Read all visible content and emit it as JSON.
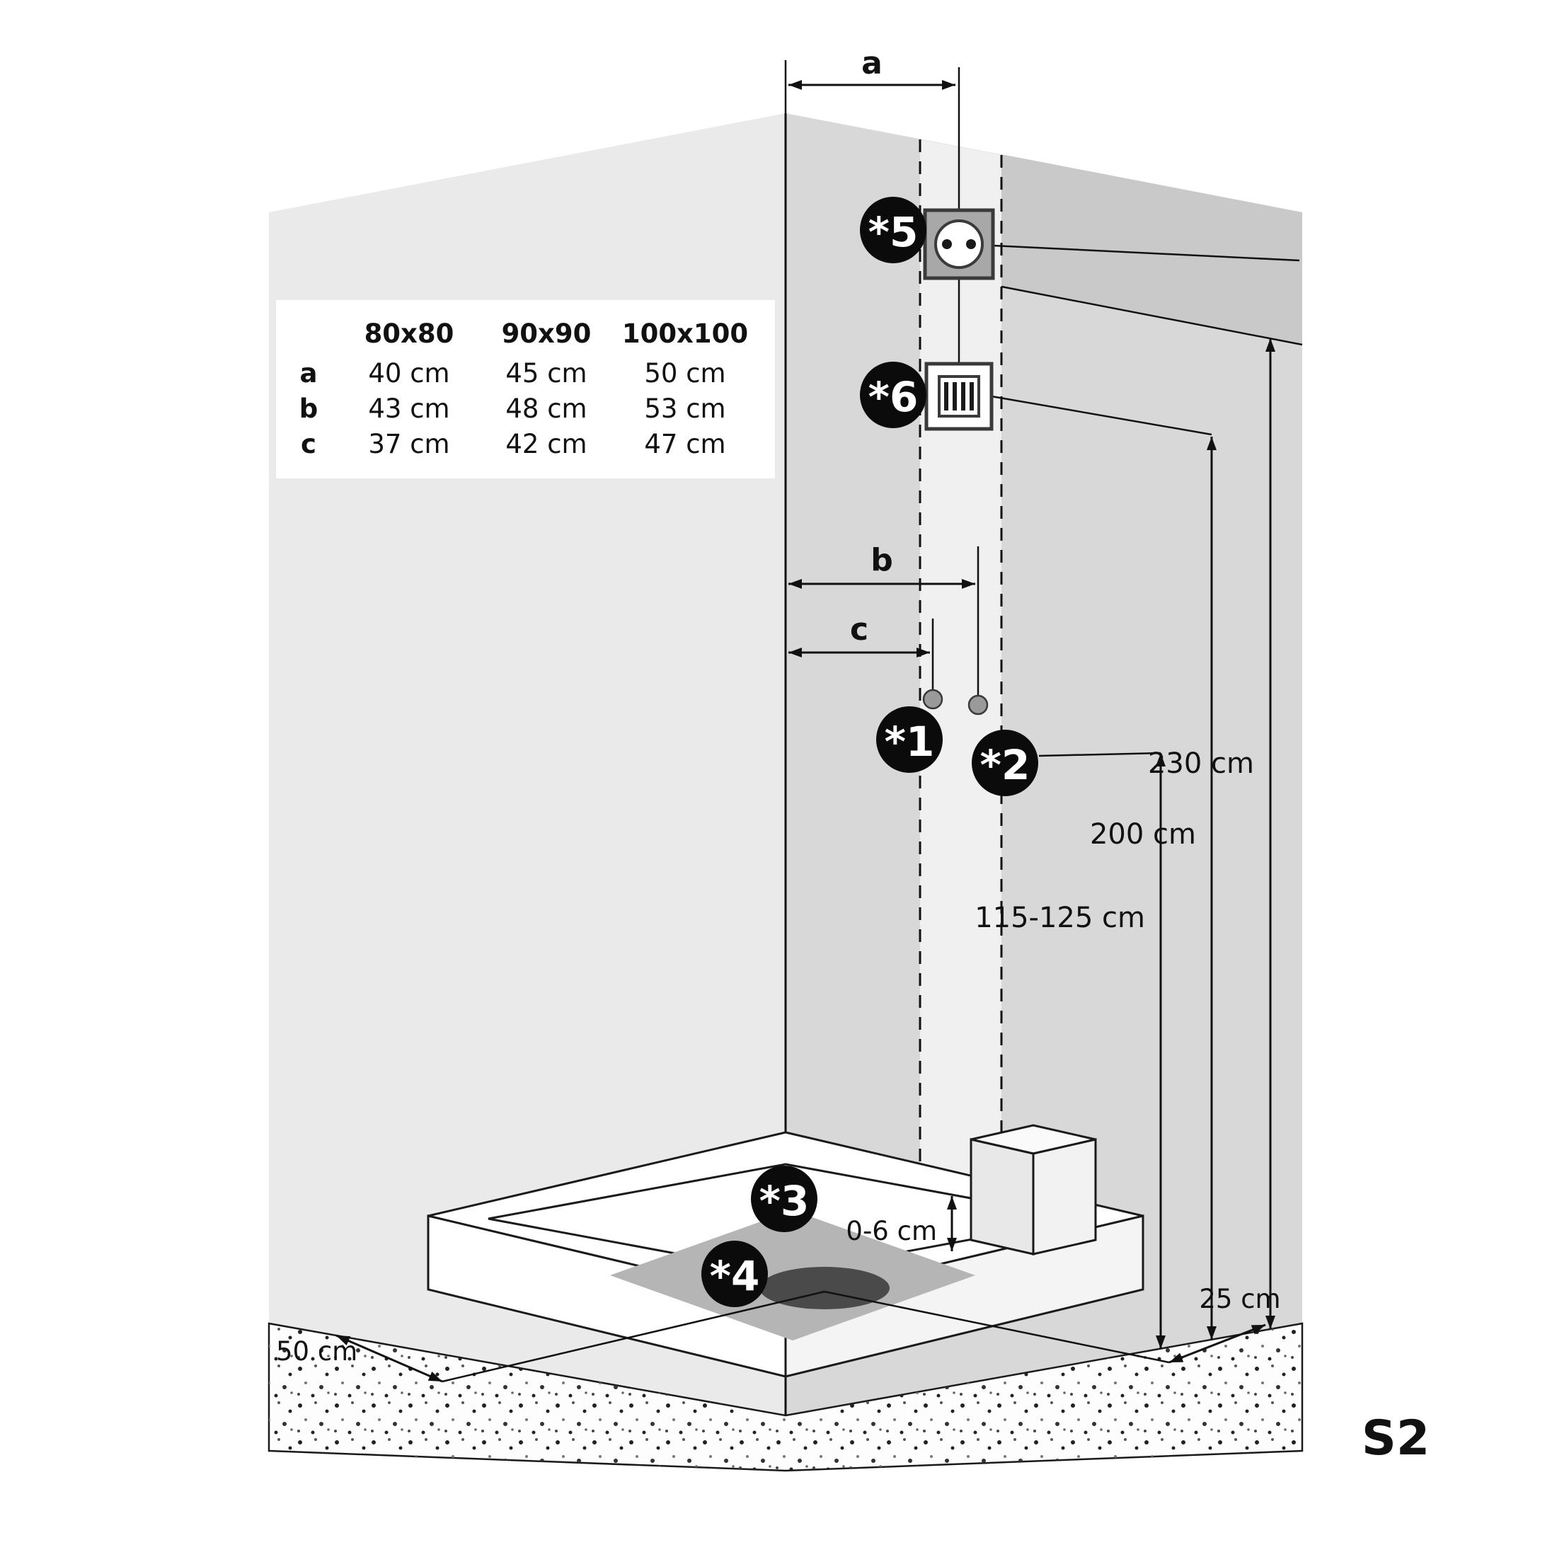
{
  "sheet": {
    "code": "S2"
  },
  "size_table": {
    "headers": [
      "80x80",
      "90x90",
      "100x100"
    ],
    "rows": [
      {
        "label": "a",
        "values": [
          "40 cm",
          "45 cm",
          "50 cm"
        ]
      },
      {
        "label": "b",
        "values": [
          "43 cm",
          "48 cm",
          "53 cm"
        ]
      },
      {
        "label": "c",
        "values": [
          "37 cm",
          "42 cm",
          "47 cm"
        ]
      }
    ]
  },
  "dimensions": {
    "a": "a",
    "b": "b",
    "c": "c",
    "ceiling_height": "230 cm",
    "junction_height": "200 cm",
    "connection_height": "115-125 cm",
    "tray_adjust_range": "0-6 cm",
    "drain_offset_left": "50 cm",
    "drain_offset_right": "25 cm"
  },
  "markers": {
    "m1": "*1",
    "m2": "*2",
    "m3": "*3",
    "m4": "*4",
    "m5": "*5",
    "m6": "*6"
  },
  "icons": {
    "power_socket": "schuko-socket-icon",
    "junction_box": "junction-box-icon"
  },
  "colors": {
    "wall_left": "#eaeaea",
    "wall_right": "#d8d8d8",
    "wall_band": "#c9c9c9",
    "strip": "#f0f0f0",
    "tray_shadow": "#b5b5b5",
    "drain": "#4a4a4a",
    "marker_bg": "#0b0b0b",
    "accent_red": "#d9252a"
  }
}
